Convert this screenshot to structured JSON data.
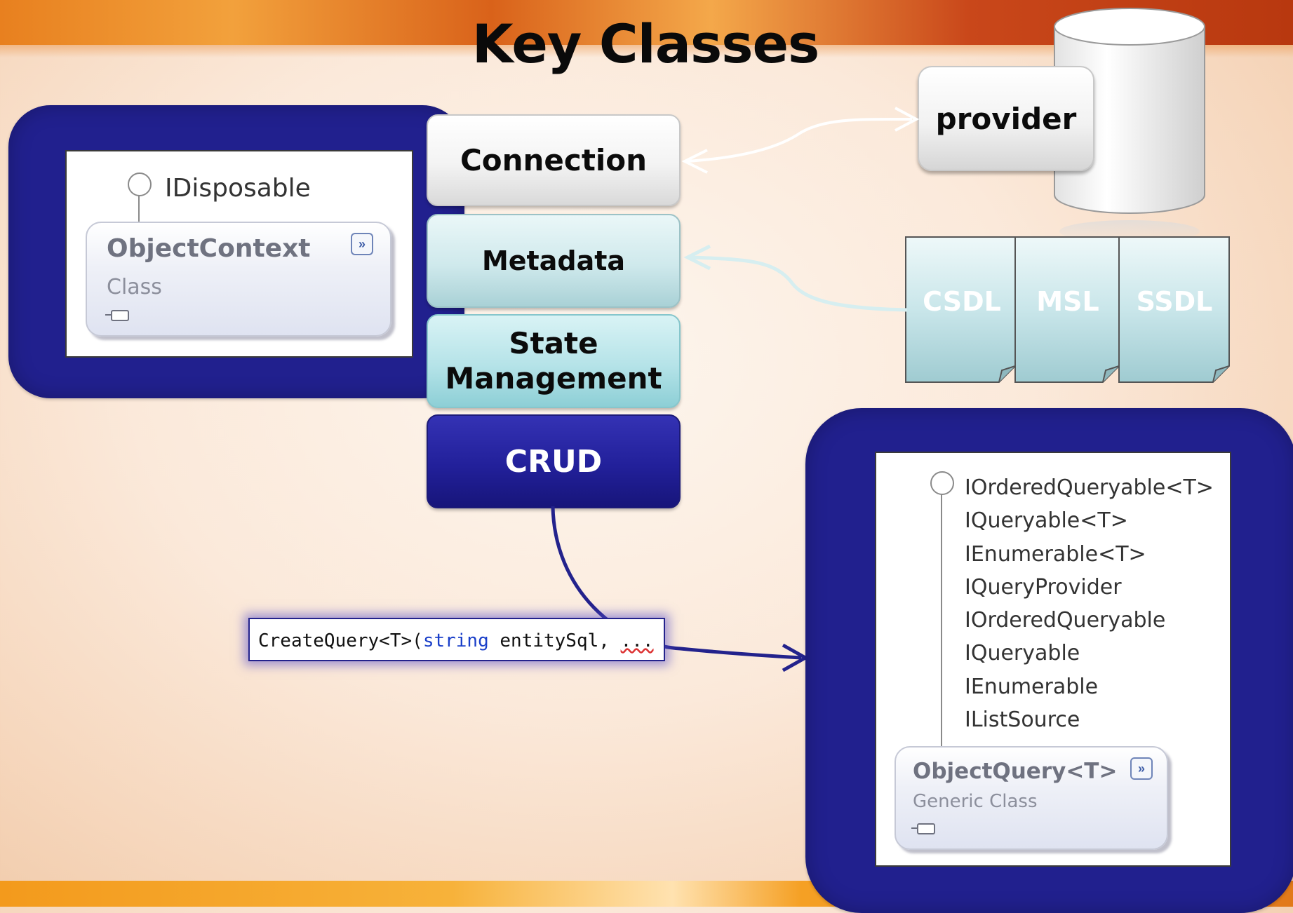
{
  "slide": {
    "title": "Key Classes"
  },
  "features": {
    "connection": "Connection",
    "metadata": "Metadata",
    "state_line1": "State",
    "state_line2": "Management",
    "crud": "CRUD"
  },
  "provider": {
    "label": "provider"
  },
  "mapping_files": [
    "CSDL",
    "MSL",
    "SSDL"
  ],
  "object_context": {
    "interface": "IDisposable",
    "name": "ObjectContext",
    "kind": "Class"
  },
  "object_query": {
    "interfaces": [
      "IOrderedQueryable<T>",
      "IQueryable<T>",
      "IEnumerable<T>",
      "IQueryProvider",
      "IOrderedQueryable",
      "IQueryable",
      "IEnumerable",
      "IListSource"
    ],
    "name": "ObjectQuery<T>",
    "kind": "Generic Class"
  },
  "code": {
    "prefix": "CreateQuery<T>(",
    "keyword": "string",
    "middle": " entitySql, ",
    "ellipsis": "..."
  },
  "colors": {
    "navy": "#21208e",
    "orange": "#e8801f",
    "teal": "#b5e3e8"
  }
}
